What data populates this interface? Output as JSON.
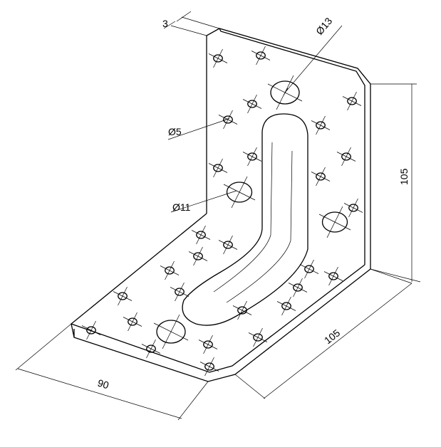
{
  "drawing": {
    "title_hidden": "",
    "dimensions": {
      "thickness": "3",
      "large_hole_diameter": "Ø13",
      "small_hole_diameter": "Ø5",
      "medium_hole_diameter": "Ø11",
      "height": "105",
      "depth": "105",
      "width": "90"
    },
    "colors": {
      "line": "#000000",
      "background": "#ffffff"
    }
  }
}
